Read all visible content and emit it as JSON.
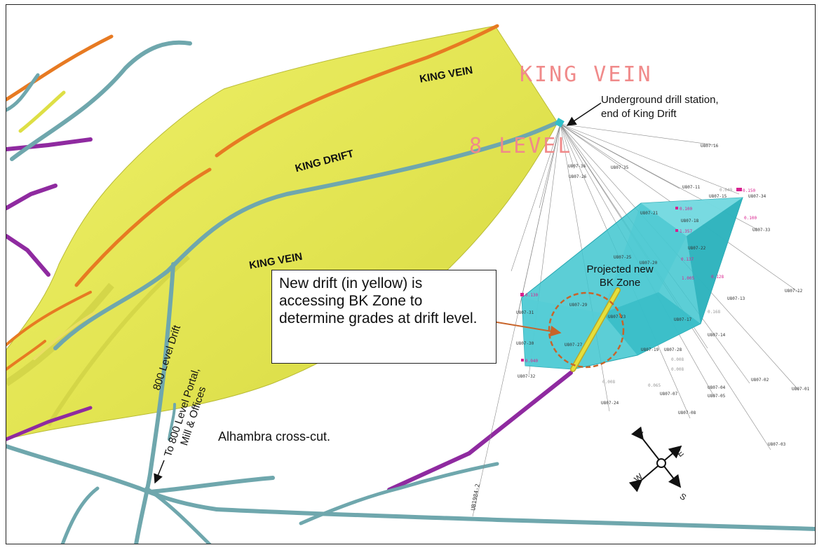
{
  "labels": {
    "king_vein_upper": "KING VEIN",
    "king_vein_lower": "KING VEIN",
    "king_drift": "KING DRIFT",
    "king_vein_red": "KING VEIN",
    "level_red": "8 LEVEL",
    "drill_station": "Underground drill station,",
    "drill_station_line2": "end of King Drift",
    "projected_zone": "Projected new",
    "projected_zone_line2": "BK Zone",
    "callout": "New drift (in yellow) is accessing BK Zone to determine grades at drift level.",
    "level_drift": "800 Level Drift",
    "portal_line1": "To 800 Level Portal,",
    "portal_line2": "Mill & Offices",
    "crosscut": "Alhambra cross-cut.",
    "survey_tag": "UB1984-2"
  },
  "compass": {
    "n": "N",
    "e": "E",
    "s": "S",
    "w": "W"
  },
  "drill_holes": [
    "U807-16",
    "U807-36",
    "U807-35",
    "U807-26",
    "U807-11",
    "U807-15",
    "U807-34",
    "U807-21",
    "U807-18",
    "U807-33",
    "U807-22",
    "U807-25",
    "U807-20",
    "U807-13",
    "U807-12",
    "U807-31",
    "U807-29",
    "U807-23",
    "U807-17",
    "U807-14",
    "U807-30",
    "U807-27",
    "U807-19",
    "U807-28",
    "U807-32",
    "U807-24",
    "U807-07",
    "U807-04",
    "U807-05",
    "U807-08",
    "U807-02",
    "U807-01",
    "U807-03"
  ],
  "assays": [
    "0.040",
    "0.150",
    "0.100",
    "0.100",
    "1.357",
    "0.137",
    "1.005",
    "0.128",
    "0.168",
    "0.130",
    "0.040",
    "0.008",
    "0.008",
    "0.065",
    "0.008"
  ],
  "colors": {
    "vein": "#e9ea5a",
    "drift": "#6fa7ad",
    "zone": "#3fc5cf",
    "purple": "#8f2aa0",
    "orange": "#e77a22",
    "callout_arrow": "#c8642a"
  }
}
